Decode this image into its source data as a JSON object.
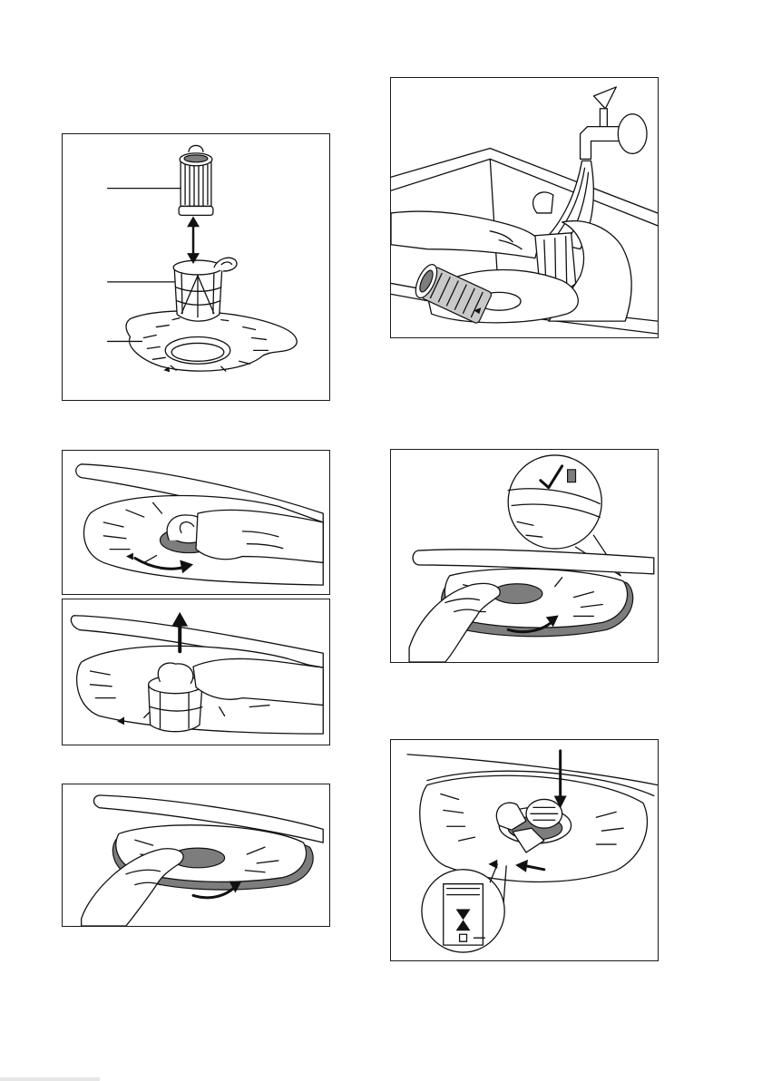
{
  "figures": [
    {
      "id": "filter-parts",
      "icon": "filter-assembly-exploded-icon"
    },
    {
      "id": "rinse-filters",
      "icon": "filter-rinse-under-tap-icon"
    },
    {
      "id": "turn-filter-anticlockwise",
      "icon": "rotate-anticlockwise-arrow-icon"
    },
    {
      "id": "pull-out-filter",
      "icon": "lift-up-arrow-icon"
    },
    {
      "id": "check-flat-filter-position",
      "icon": "check-mark-icon"
    },
    {
      "id": "turn-flat-filter",
      "icon": "rotate-arrow-icon"
    },
    {
      "id": "turn-filter-clockwise-lock",
      "icon": "lock-symbol-icon"
    }
  ],
  "callout_count": 3,
  "colors": {
    "line": "#111111",
    "gray": "#c9c9c9",
    "dark_gray": "#7d7d7d"
  }
}
